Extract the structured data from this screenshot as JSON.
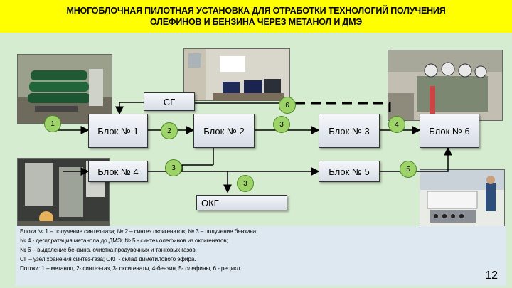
{
  "title": {
    "line1": "МНОГОБЛОЧНАЯ ПИЛОТНАЯ УСТАНОВКА ДЛЯ ОТРАБОТКИ ТЕХНОЛОГИЙ ПОЛУЧЕНИЯ",
    "line2": "ОЛЕФИНОВ И БЕНЗИНА ЧЕРЕЗ МЕТАНОЛ И ДМЭ"
  },
  "blocks": {
    "sg": "СГ",
    "b1": "Блок № 1",
    "b2": "Блок № 2",
    "b3": "Блок № 3",
    "b4": "Блок № 4",
    "b5": "Блок № 5",
    "b6": "Блок № 6",
    "okg": "ОКГ"
  },
  "streams": {
    "s1": "1",
    "s2": "2",
    "s3a": "3",
    "s3b": "3",
    "s3c": "3",
    "s4": "4",
    "s5": "5",
    "s6": "6"
  },
  "legend": {
    "line1": "Блоки № 1 – получение синтез-газа; № 2 – синтез оксигенатов; № 3 – получение бензина;",
    "line2": "№ 4 - дегидратация метанола до ДМЭ; № 5 - синтез олефинов из оксигенатов;",
    "line3": "№ 6 – выделение бензина, очистка продувочных и танковых газов.",
    "line4": "СГ – узел хранения синтез-газа; ОКГ - склад диметилового эфира.",
    "line5": "Потоки: 1 – метанол, 2- синтез-газ, 3- оксигенаты, 4-бензин, 5- олефины, 6 - рецикл."
  },
  "page_number": "12",
  "colors": {
    "title_bg": "#ffff00",
    "slide_bg": "#d6ecd0",
    "stream_marker": "#9ed36a",
    "legend_bg": "#dde8f1"
  }
}
